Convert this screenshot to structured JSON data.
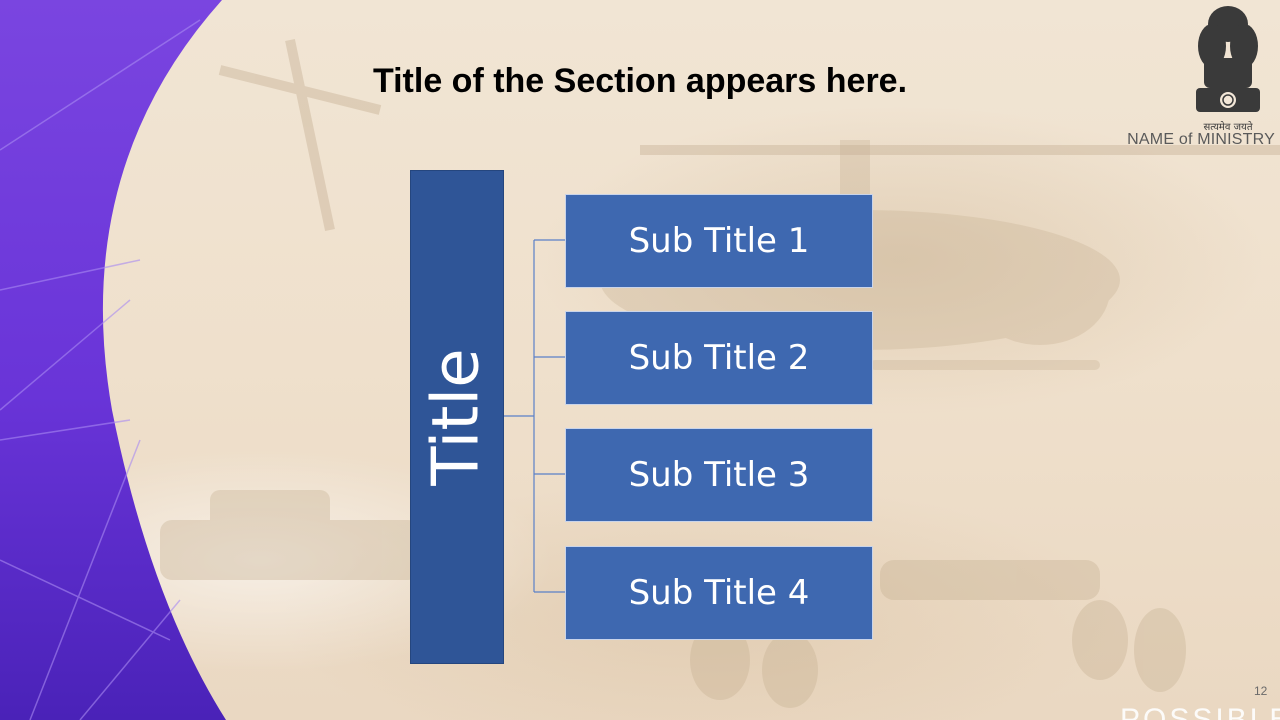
{
  "slide": {
    "section_title": "Title of the Section appears here.",
    "emblem_motto": "सत्यमेव जयते",
    "ministry_name": "NAME of MINISTRY",
    "page_number": "12",
    "brand_mark": "POSSIBLE"
  },
  "diagram": {
    "title": "Title",
    "subtitles": [
      "Sub Title 1",
      "Sub Title 2",
      "Sub Title 3",
      "Sub Title 4"
    ]
  },
  "colors": {
    "title_box": "#2f5597",
    "subtitle_box": "#3e68b0",
    "connector": "#4a72c0",
    "purple_band": "#6a2fd6"
  }
}
